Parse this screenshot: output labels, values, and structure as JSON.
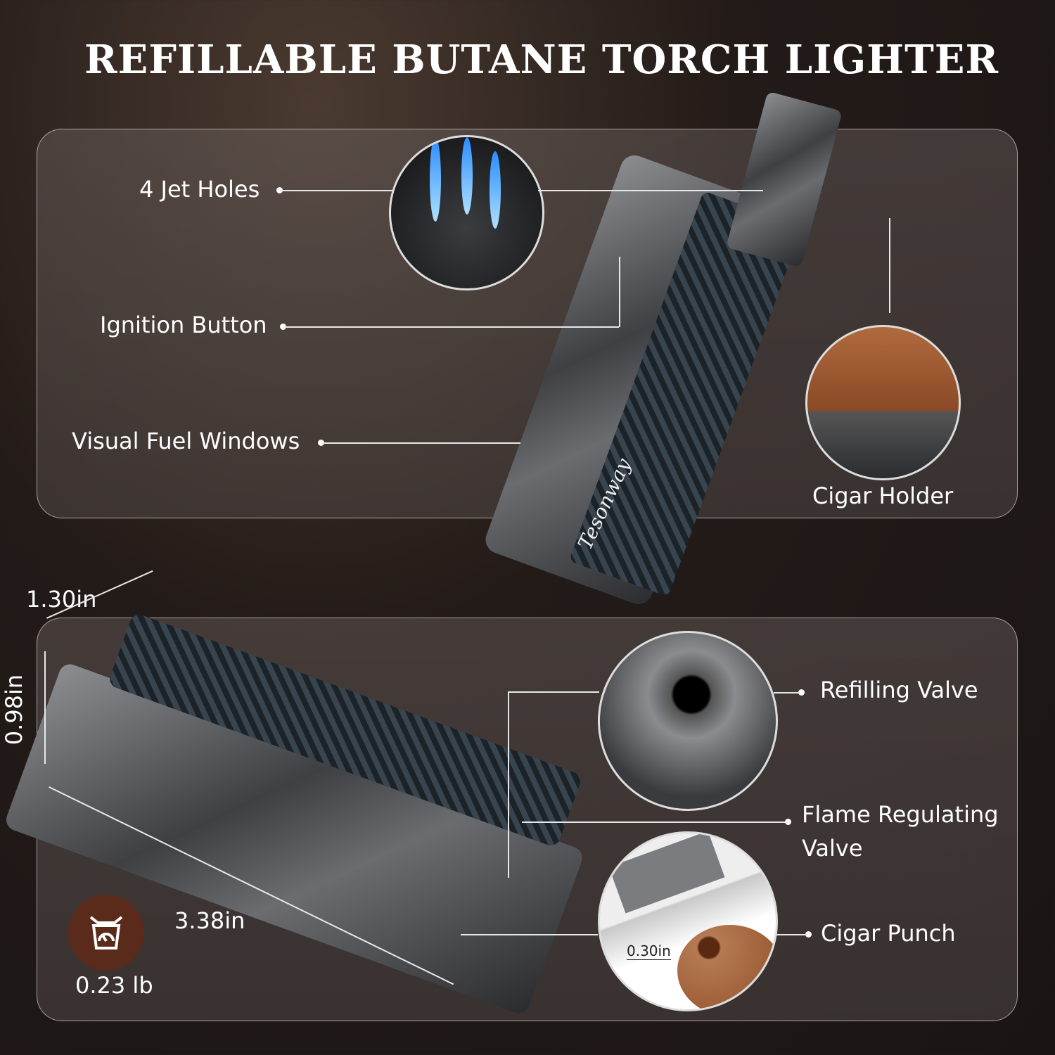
{
  "title": "REFILLABLE BUTANE TORCH LIGHTER",
  "brand_logo": "Tesonway",
  "top_panel": {
    "callouts": [
      {
        "label": "4 Jet Holes"
      },
      {
        "label": "Ignition Button"
      },
      {
        "label": "Visual Fuel Windows"
      },
      {
        "label": "Cigar Holder"
      }
    ]
  },
  "bottom_panel": {
    "dimensions": {
      "width": "1.30in",
      "height": "0.98in",
      "length": "3.38in"
    },
    "weight": {
      "icon": "scale-icon",
      "value": "0.23 lb",
      "badge_color": "#5a2a1a"
    },
    "callouts": [
      {
        "label": "Refilling Valve"
      },
      {
        "label": "Flame Regulating Valve"
      },
      {
        "label": "Cigar Punch"
      }
    ],
    "punch_size": "0.30in"
  },
  "colors": {
    "flame": "#2a8cff",
    "background": "#1e1816"
  }
}
